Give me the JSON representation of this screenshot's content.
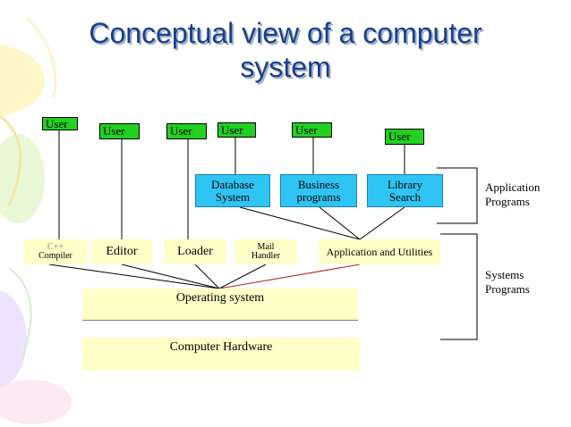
{
  "slide": {
    "title_line1": "Conceptual view of a computer",
    "title_line2": "system"
  },
  "diagram": {
    "users": [
      "User",
      "User",
      "User",
      "User",
      "User",
      "User"
    ],
    "applications": [
      {
        "line1": "Database",
        "line2": "System"
      },
      {
        "line1": "Business",
        "line2": "programs"
      },
      {
        "line1": "Library",
        "line2": "Search"
      }
    ],
    "system_programs": {
      "compiler_line1": "C++",
      "compiler_line2": "Compiler",
      "editor": "Editor",
      "loader": "Loader",
      "mail_line1": "Mail",
      "mail_line2": "Handler",
      "app_utilities": "Application and Utilities"
    },
    "operating_system": "Operating system",
    "hardware": "Computer Hardware",
    "labels": {
      "application_line1": "Application",
      "application_line2": "Programs",
      "systems_line1": "Systems",
      "systems_line2": "Programs"
    },
    "colors": {
      "user_box": "#22d022",
      "application_box": "#2ec5f4",
      "system_box": "#ffffc8",
      "title": "#1a3f8c"
    }
  }
}
